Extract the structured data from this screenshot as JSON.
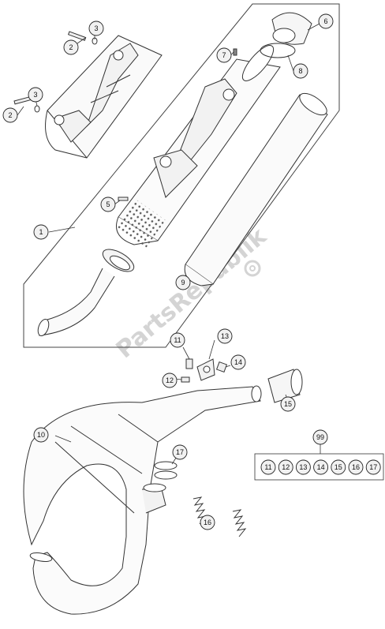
{
  "watermark": {
    "text": "PartsRepublik",
    "color": "#d4d4d4"
  },
  "callout_style": {
    "circle_fill": "#f1f1f1",
    "circle_stroke": "#222222"
  },
  "callouts": [
    {
      "id": "c1",
      "label": "1"
    },
    {
      "id": "c2a",
      "label": "2"
    },
    {
      "id": "c2b",
      "label": "2"
    },
    {
      "id": "c3a",
      "label": "3"
    },
    {
      "id": "c3b",
      "label": "3"
    },
    {
      "id": "c5",
      "label": "5"
    },
    {
      "id": "c6",
      "label": "6"
    },
    {
      "id": "c7",
      "label": "7"
    },
    {
      "id": "c8",
      "label": "8"
    },
    {
      "id": "c9",
      "label": "9"
    },
    {
      "id": "c10",
      "label": "10"
    },
    {
      "id": "c11",
      "label": "11"
    },
    {
      "id": "c12",
      "label": "12"
    },
    {
      "id": "c13",
      "label": "13"
    },
    {
      "id": "c14",
      "label": "14"
    },
    {
      "id": "c15",
      "label": "15"
    },
    {
      "id": "c16",
      "label": "16"
    },
    {
      "id": "c17",
      "label": "17"
    },
    {
      "id": "c99",
      "label": "99"
    }
  ],
  "kit": {
    "items": [
      "11",
      "12",
      "13",
      "14",
      "15",
      "16",
      "17"
    ]
  }
}
